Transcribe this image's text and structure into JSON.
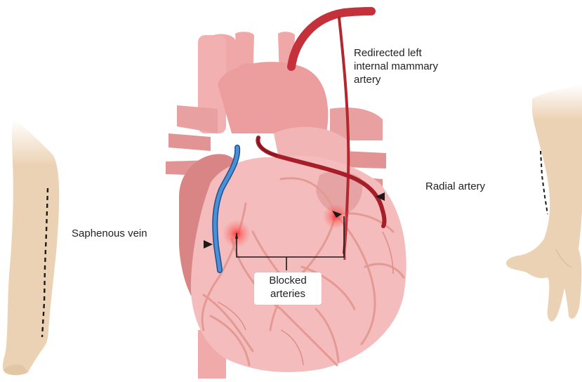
{
  "labels": {
    "lima": "Redirected left",
    "lima_2": "internal mammary",
    "lima_3": "artery",
    "radial": "Radial artery",
    "saphenous": "Saphenous vein",
    "blocked_1": "Blocked",
    "blocked_2": "arteries"
  },
  "colors": {
    "heart": "#f2b5b5",
    "heart_dark": "#d98585",
    "vessel_top": "#efa7a7",
    "coronary": "#e49a93",
    "lima_artery": "#c4313a",
    "radial_artery": "#a61e2a",
    "saphenous_vein": "#3b7cc0",
    "skin": "#ecd2b4",
    "skin_shadow": "#dcc09e",
    "arrow": "#1a1a1a",
    "blockage_glow": "#ff3b3b"
  },
  "icons": [
    "leg-illustration",
    "forearm-hand-illustration",
    "heart-illustration"
  ]
}
